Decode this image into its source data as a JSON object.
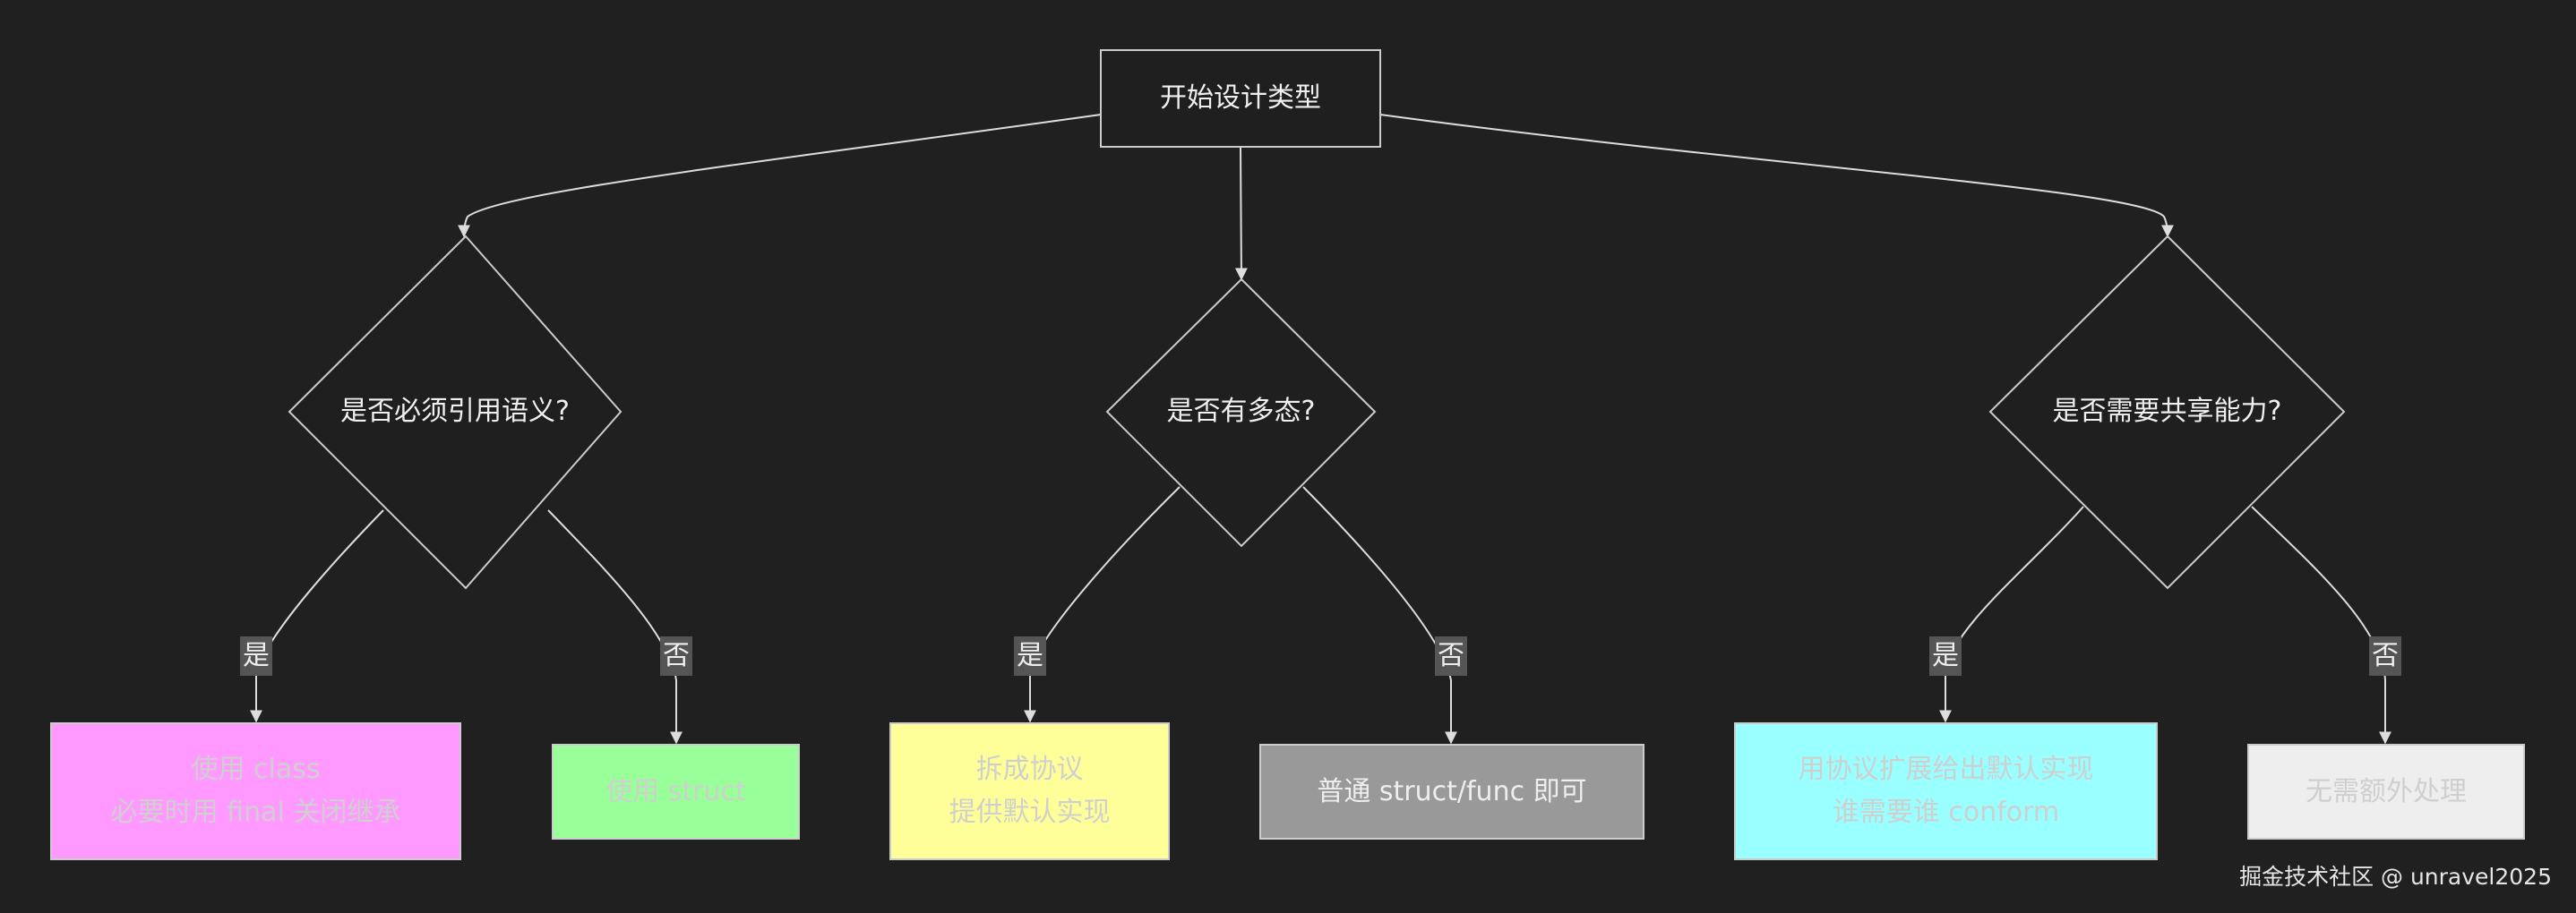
{
  "nodes": {
    "start": {
      "label": "开始设计类型"
    },
    "q_ref": {
      "label": "是否必须引用语义?"
    },
    "q_poly": {
      "label": "是否有多态?"
    },
    "q_share": {
      "label": "是否需要共享能力?"
    },
    "use_class": {
      "lines": [
        "使用 class",
        "必要时用 final 关闭继承"
      ]
    },
    "use_struct": {
      "label": "使用 struct"
    },
    "split_protocol": {
      "lines": [
        "拆成协议",
        "提供默认实现"
      ]
    },
    "plain_struct": {
      "label": "普通 struct/func 即可"
    },
    "protocol_ext": {
      "lines": [
        "用协议扩展给出默认实现",
        "谁需要谁 conform"
      ]
    },
    "no_extra": {
      "label": "无需额外处理"
    }
  },
  "edge_labels": {
    "ref_yes": "是",
    "ref_no": "否",
    "poly_yes": "是",
    "poly_no": "否",
    "share_yes": "是",
    "share_no": "否"
  },
  "colors": {
    "background": "#202020",
    "node_stroke": "#cccccc",
    "decision_fill": "#1f1f1f",
    "text_light": "#f0f0f0",
    "text_faded": "#cfcfcf",
    "class_fill": "#ff99ff",
    "struct_fill": "#99ff99",
    "protocol_fill": "#ffff99",
    "plain_fill": "#999999",
    "extension_fill": "#99ffff",
    "noextra_fill": "#eeeeee"
  },
  "watermark": "掘金技术社区 @ unravel2025"
}
